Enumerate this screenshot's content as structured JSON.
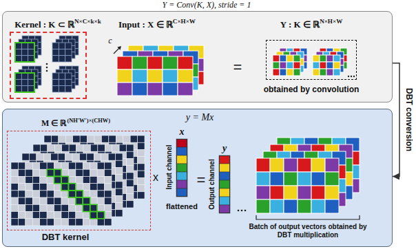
{
  "diagram": {
    "title": "Y = Conv(K, X), stride = 1",
    "nodes": [
      {
        "text": [
          "Input : X ∈ ℝC×H×W"
        ]
      },
      {
        "text": [
          "Kernel : K ⊂ ℝN×C×k×k"
        ],
        "in": 0
      },
      {
        "text": [
          "Y : K ∈ ℝN×H×W",
          "obtained by convolution"
        ],
        "in": 0
      },
      {
        "text": [
          "y = Mx",
          "M ∈ ℝ(NH′W′)×(CHW)"
        ]
      },
      {
        "text": [
          "DBT kernel"
        ],
        "in": 3
      },
      {
        "text": [
          "x",
          "Input channel",
          "flattened"
        ],
        "in": 3
      },
      {
        "text": [
          "y",
          "Output channel"
        ],
        "in": 3
      }
    ],
    "edges": [
      {
        "from": 0,
        "to": 3,
        "arrow": "to",
        "label": "DBT conversion"
      }
    ],
    "labels": [
      "c",
      "=",
      "x",
      "=",
      "Batch of output vectors obtained by DBT multiplication"
    ]
  }
}
